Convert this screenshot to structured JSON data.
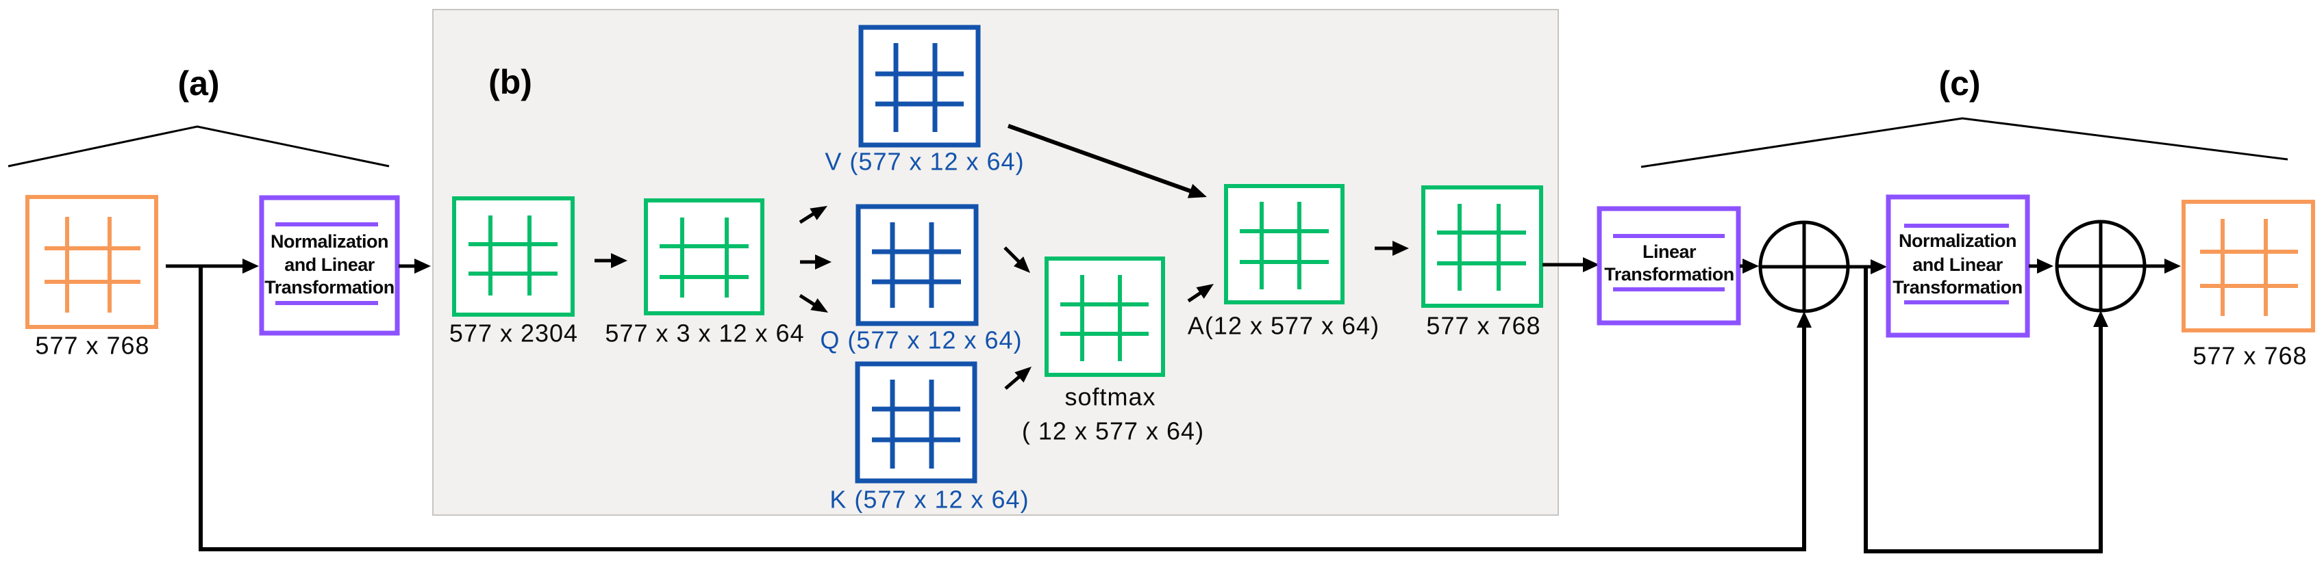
{
  "colors": {
    "orange": "#F79A59",
    "green": "#06BE6A",
    "blue": "#1453AC",
    "purple": "#8C52FF",
    "line_black": "#000000",
    "panel_bg": "#F2F1EF",
    "panel_border": "#C8C6C2"
  },
  "section_a": {
    "label": "(a)",
    "input_matrix_dims": "577 x 768",
    "norm_box_lines": [
      "Normalization",
      "and Linear",
      "Transformation"
    ]
  },
  "section_b": {
    "label": "(b)",
    "qkv_concat_dims": "577 x 2304",
    "reshaped_dims": "577 x 3 x 12 x 64",
    "v_label": "V (577 x 12 x 64)",
    "q_label": "Q (577 x 12 x 64)",
    "k_label": "K (577 x 12 x 64)",
    "softmax_label": "softmax",
    "softmax_dims": "( 12 x 577 x 64)",
    "attention_label": "A(12 x 577 x 64)",
    "output_dims": "577 x 768"
  },
  "section_c": {
    "label": "(c)",
    "linear_box_lines": [
      "Linear",
      "Transformation"
    ],
    "norm_box_lines": [
      "Normalization",
      "and Linear",
      "Transformation"
    ],
    "output_matrix_dims": "577 x 768"
  }
}
